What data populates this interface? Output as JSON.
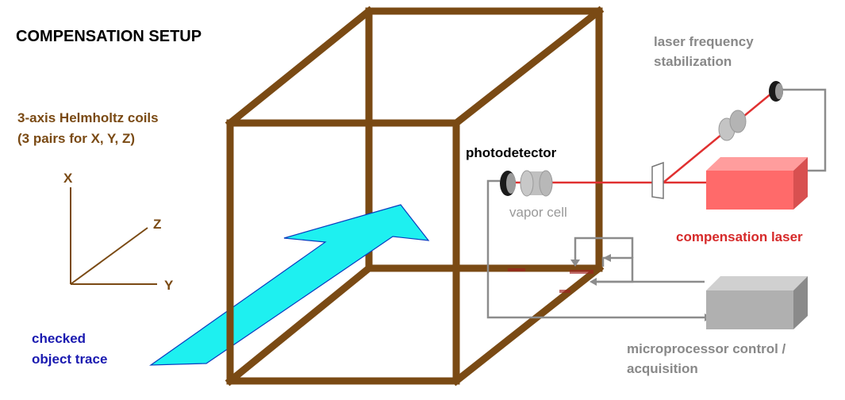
{
  "title": "COMPENSATION SETUP",
  "labels": {
    "coils_line1": "3-axis Helmholtz coils",
    "coils_line2": "(3 pairs for X, Y, Z)",
    "axis_x": "X",
    "axis_y": "Y",
    "axis_z": "Z",
    "photodetector": "photodetector",
    "vapor_cell": "vapor cell",
    "laser_stab_line1": "laser frequency",
    "laser_stab_line2": "stabilization",
    "compensation_laser": "compensation laser",
    "microprocessor_line1": "microprocessor control /",
    "microprocessor_line2": "acquisition",
    "object_line1": "checked",
    "object_line2": "object trace"
  },
  "colors": {
    "frame": "#7a4a14",
    "coils_text": "#7a4a14",
    "laser_beam": "#e03030",
    "laser_box": "#ff6666",
    "laser_text": "#d62a2a",
    "grey_text": "#888888",
    "wire": "#8c8c8c",
    "arrow_fill": "#1ef0f0",
    "object_text": "#1a1ab0",
    "title_text": "#000000"
  }
}
